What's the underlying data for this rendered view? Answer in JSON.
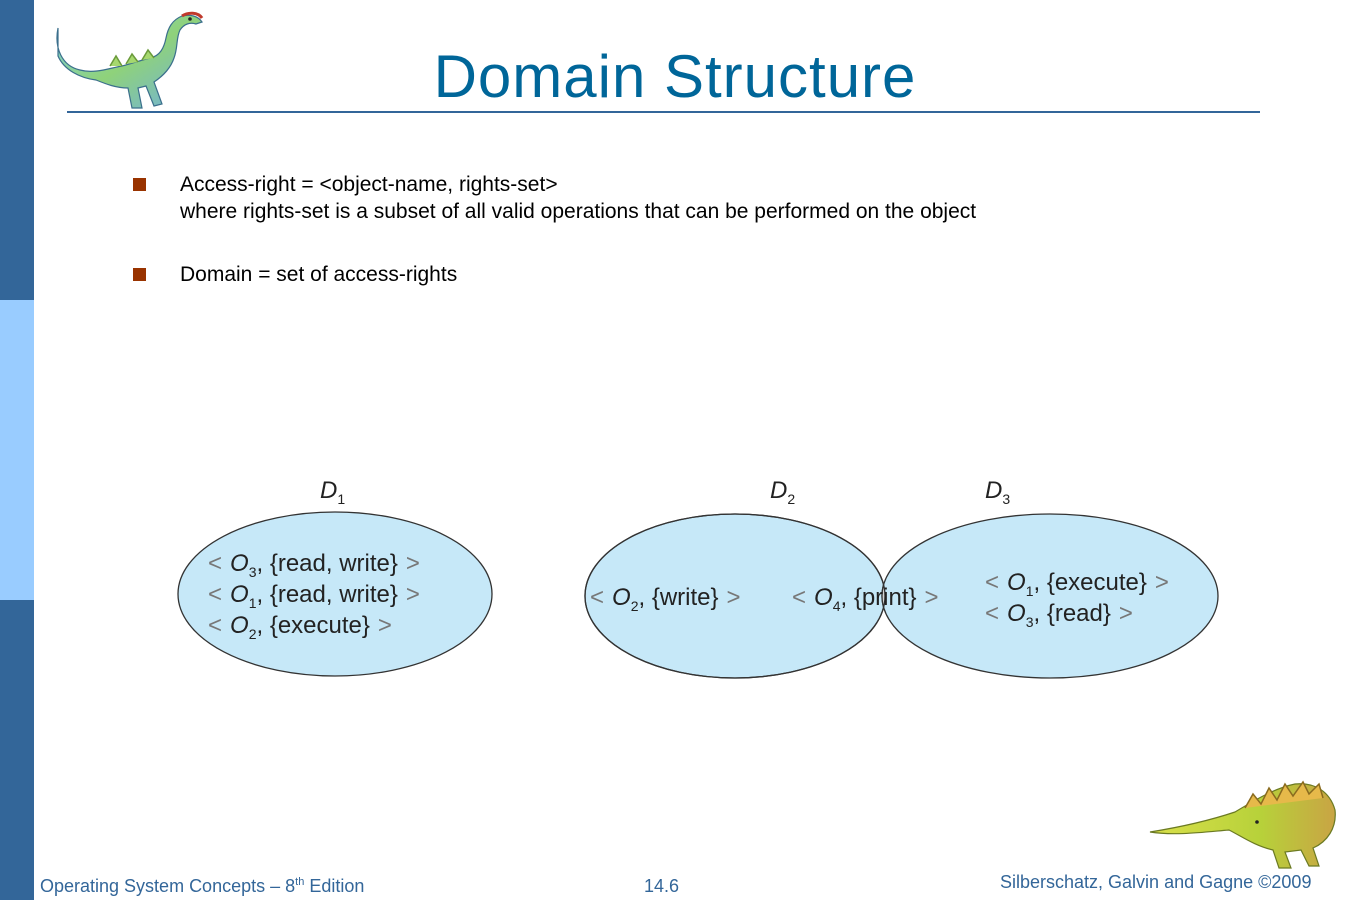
{
  "slide": {
    "title": "Domain Structure",
    "bullets": [
      {
        "line1": "Access-right = <object-name, rights-set>",
        "line2": "where rights-set is a subset of all valid operations that can be performed on the object"
      },
      {
        "line1": "Domain = set of access-rights"
      }
    ]
  },
  "diagram": {
    "domains": [
      {
        "base": "D",
        "sub": "1"
      },
      {
        "base": "D",
        "sub": "2"
      },
      {
        "base": "D",
        "sub": "3"
      }
    ],
    "d1_rights": [
      {
        "obj": "O",
        "sub": "3",
        "rights": ", {read, write}"
      },
      {
        "obj": "O",
        "sub": "1",
        "rights": ", {read, write}"
      },
      {
        "obj": "O",
        "sub": "2",
        "rights": ", {execute}"
      }
    ],
    "d2_rights": [
      {
        "obj": "O",
        "sub": "2",
        "rights": ", {write}"
      }
    ],
    "shared_rights": [
      {
        "obj": "O",
        "sub": "4",
        "rights": ", {print}"
      }
    ],
    "d3_rights": [
      {
        "obj": "O",
        "sub": "1",
        "rights": ", {execute}"
      },
      {
        "obj": "O",
        "sub": "3",
        "rights": ", {read}"
      }
    ],
    "lt": "<",
    "gt": ">",
    "colors": {
      "ellipse_fill": "#c6e8f8",
      "overlap_fill": "#d4d4d4",
      "stroke": "#333333"
    }
  },
  "footer": {
    "left_main": "Operating System Concepts – 8",
    "left_sup": "th",
    "left_tail": " Edition",
    "center": "14.6",
    "right": "Silberschatz, Galvin and Gagne ©2009"
  },
  "colors": {
    "title": "#006699",
    "sidebar_dark": "#336699",
    "sidebar_light": "#99ccff",
    "bullet": "#993300"
  }
}
